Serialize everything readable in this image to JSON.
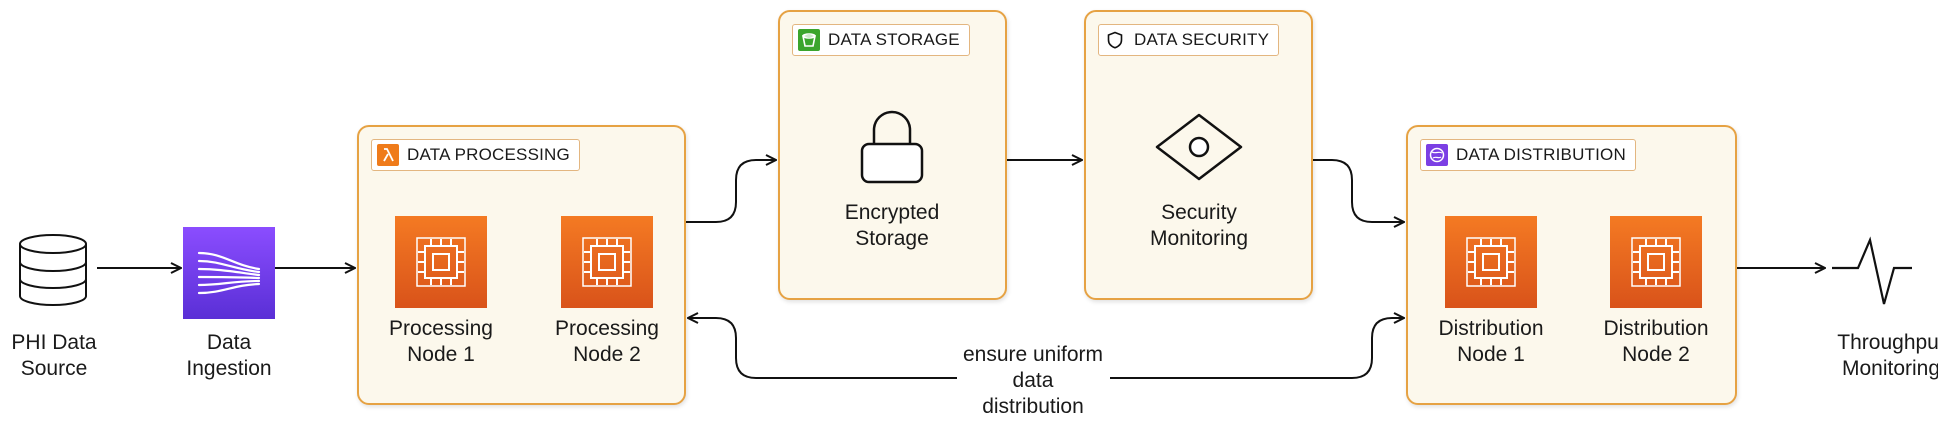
{
  "nodes": {
    "phi_source": {
      "label": "PHI Data\nSource",
      "icon": "database-icon"
    },
    "ingestion": {
      "label": "Data\nIngestion",
      "icon": "kinesis-icon"
    },
    "throughput": {
      "label": "Throughput\nMonitoring",
      "icon": "pulse-icon"
    }
  },
  "panels": {
    "processing": {
      "title": "DATA PROCESSING",
      "icon": "lambda-icon",
      "nodes": [
        {
          "label": "Processing\nNode 1",
          "icon": "ec2-instance-icon"
        },
        {
          "label": "Processing\nNode 2",
          "icon": "ec2-instance-icon"
        }
      ]
    },
    "storage": {
      "title": "DATA STORAGE",
      "icon": "s3-bucket-icon",
      "label": "Encrypted\nStorage",
      "content_icon": "lock-icon"
    },
    "security": {
      "title": "DATA SECURITY",
      "icon": "shield-icon",
      "label": "Security\nMonitoring",
      "content_icon": "eye-icon"
    },
    "distribution": {
      "title": "DATA DISTRIBUTION",
      "icon": "globe-icon",
      "nodes": [
        {
          "label": "Distribution\nNode 1",
          "icon": "ec2-instance-icon"
        },
        {
          "label": "Distribution\nNode 2",
          "icon": "ec2-instance-icon"
        }
      ]
    }
  },
  "edges": [
    {
      "from": "phi_source",
      "to": "ingestion"
    },
    {
      "from": "ingestion",
      "to": "processing"
    },
    {
      "from": "processing",
      "to": "storage"
    },
    {
      "from": "storage",
      "to": "security"
    },
    {
      "from": "security",
      "to": "distribution"
    },
    {
      "from": "distribution",
      "to": "throughput"
    },
    {
      "from": "distribution",
      "to": "processing",
      "label": "ensure uniform\ndata\ndistribution",
      "bidirectional": true
    }
  ],
  "colors": {
    "panel_fill": "#fcf8ec",
    "panel_border": "#e6a243",
    "ec2": "#e8601f",
    "ingestion": "#7a43f0",
    "lambda_tag": "#ef7b1a",
    "storage_tag": "#3ba52c",
    "distribution_tag": "#7b3fe4"
  }
}
